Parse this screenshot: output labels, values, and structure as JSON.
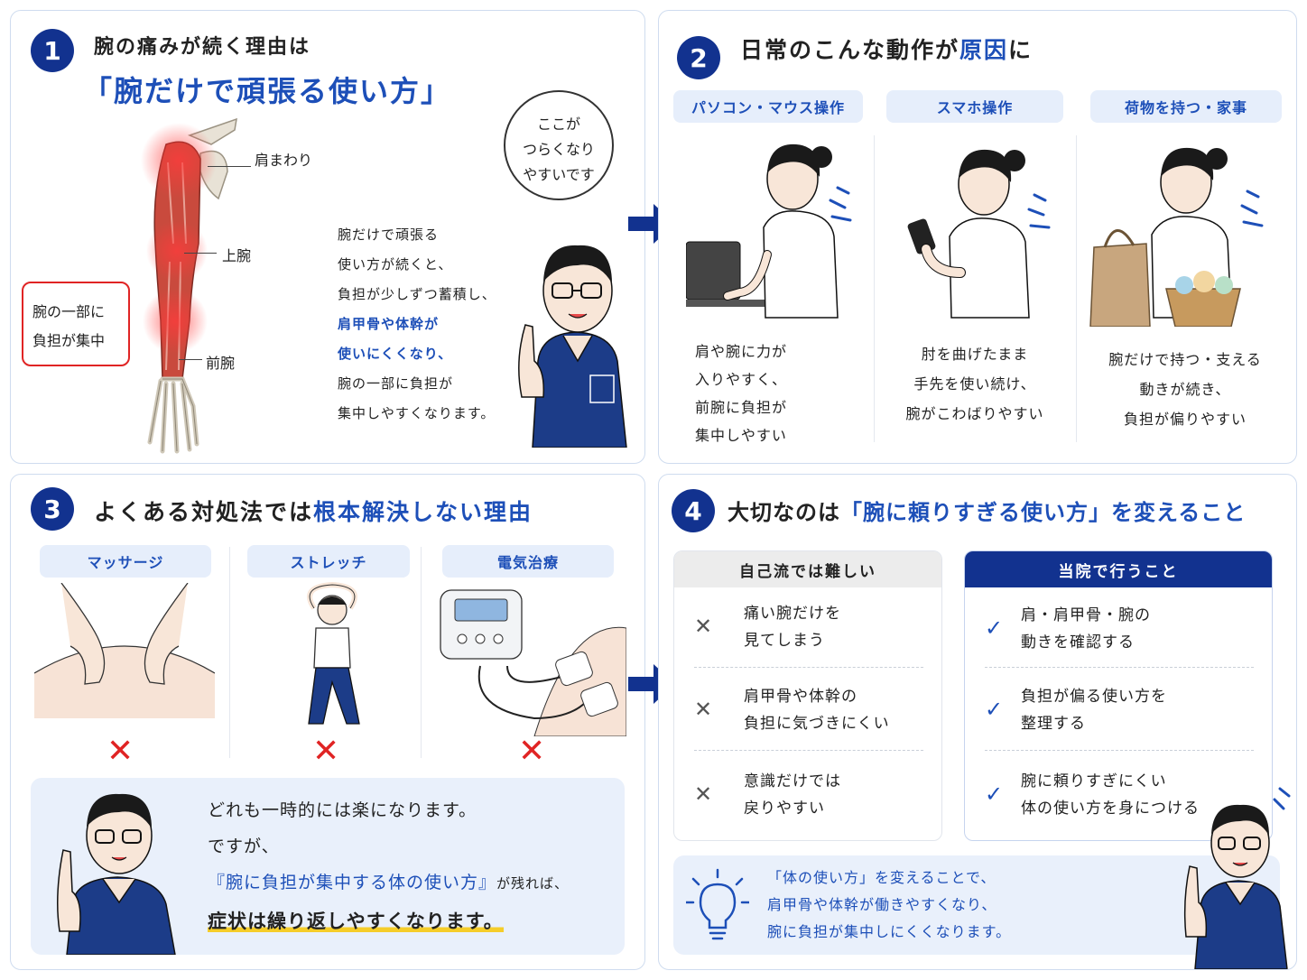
{
  "panel1": {
    "number": "1",
    "title": "腕の痛みが続く理由は",
    "big_title": "「腕だけで頑張る使い方」",
    "labels": {
      "shoulder": "肩まわり",
      "upper_arm": "上腕",
      "forearm": "前腕"
    },
    "callout": [
      "腕の一部に",
      "負担が集中"
    ],
    "speech": [
      "ここが",
      "つらくなり",
      "やすいです"
    ],
    "explain": [
      "腕だけで頑張る",
      "使い方が続くと、",
      "負担が少しずつ蓄積し、",
      "肩甲骨や体幹が",
      "使いにくくなり、",
      "腕の一部に負担が",
      "集中しやすくなります。"
    ]
  },
  "panel2": {
    "number": "2",
    "title_a": "日常のこんな動作が",
    "title_b": "原因",
    "title_c": "に",
    "columns": [
      {
        "tag": "パソコン・マウス操作",
        "lines": [
          "肩や腕に力が",
          "入りやすく、",
          "前腕に負担が",
          "集中しやすい"
        ]
      },
      {
        "tag": "スマホ操作",
        "lines": [
          "肘を曲げたまま",
          "手先を使い続け、",
          "腕がこわばりやすい"
        ]
      },
      {
        "tag": "荷物を持つ・家事",
        "lines": [
          "腕だけで持つ・支える",
          "動きが続き、",
          "負担が偏りやすい"
        ]
      }
    ]
  },
  "panel3": {
    "number": "3",
    "title_a": "よくある対処法では",
    "title_b": "根本解決しない理由",
    "methods": [
      "マッサージ",
      "ストレッチ",
      "電気治療"
    ],
    "x_mark": "✕",
    "note_lines": [
      "どれも一時的には楽になります。",
      "ですが、"
    ],
    "note_quote": "『腕に負担が集中する体の使い方』",
    "note_quote_tail": "が残れば、",
    "note_emph": "症状は繰り返しやすくなります。"
  },
  "panel4": {
    "number": "4",
    "title_a": "大切なのは",
    "title_b": "「腕に頼りすぎる使い方」",
    "title_c": "を変えること",
    "self_head": "自己流では難しい",
    "self_items": [
      [
        "痛い腕だけを",
        "見てしまう"
      ],
      [
        "肩甲骨や体幹の",
        "負担に気づきにくい"
      ],
      [
        "意識だけでは",
        "戻りやすい"
      ]
    ],
    "clinic_head": "当院で行うこと",
    "clinic_items": [
      [
        "肩・肩甲骨・腕の",
        "動きを確認する"
      ],
      [
        "負担が偏る使い方を",
        "整理する"
      ],
      [
        "腕に頼りすぎにくい",
        "体の使い方を身につける"
      ]
    ],
    "cross": "✕",
    "check": "✓",
    "tip": [
      "「体の使い方」を変えることで、",
      "肩甲骨や体幹が働きやすくなり、",
      "腕に負担が集中しにくくなります。"
    ]
  },
  "colors": {
    "navy": "#12328f",
    "blue": "#1d4fb8",
    "red": "#e02424",
    "pill": "#e6eefb",
    "note": "#e9f0fb"
  }
}
